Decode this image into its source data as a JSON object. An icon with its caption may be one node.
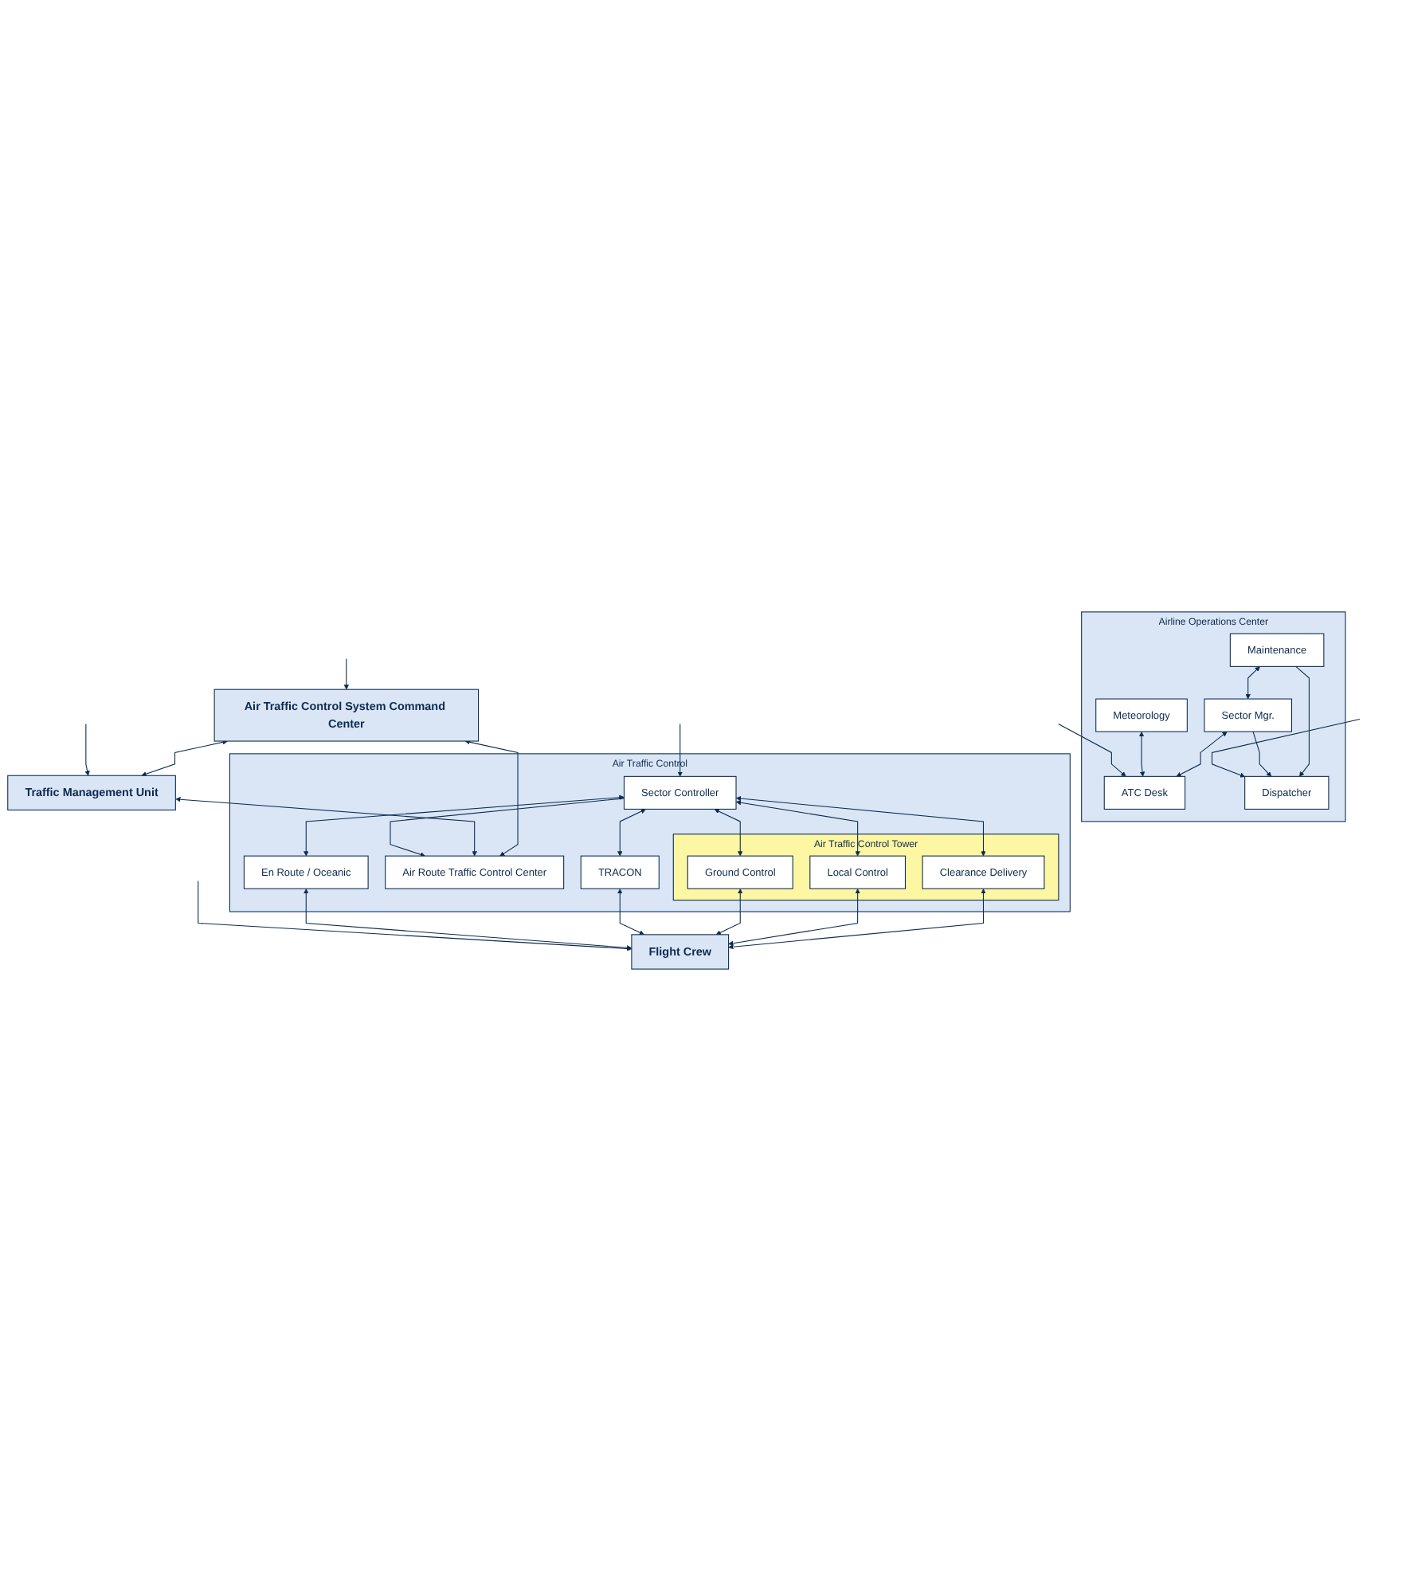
{
  "diagram": {
    "nodes": [
      {
        "text": [
          "Air Traffic Control System Command Center"
        ]
      },
      {
        "text": [
          "Traffic Management Unit"
        ]
      },
      {
        "text": [
          "Airline Operations Center"
        ]
      },
      {
        "text": [
          "Maintenance"
        ],
        "in": 2
      },
      {
        "text": [
          "Sector Mgr."
        ],
        "in": 2
      },
      {
        "text": [
          "Meteorology"
        ],
        "in": 2
      },
      {
        "text": [
          "ATC Desk"
        ],
        "in": 2
      },
      {
        "text": [
          "Dispatcher"
        ],
        "in": 2
      },
      {
        "text": [
          "Air Traffic Control"
        ]
      },
      {
        "text": [
          "Air Route Traffic Control Center"
        ],
        "in": 8
      },
      {
        "text": [
          "Sector Controller"
        ],
        "in": 8
      },
      {
        "text": [
          "Air Traffic Control Tower"
        ],
        "in": 8
      },
      {
        "text": [
          "Clearance Delivery"
        ],
        "in": 11
      },
      {
        "text": [
          "Local Control"
        ],
        "in": 11
      },
      {
        "text": [
          "Ground Control"
        ],
        "in": 11
      },
      {
        "text": [
          "TRACON"
        ],
        "in": 8
      },
      {
        "text": [
          "En Route / Oceanic"
        ],
        "in": 8
      },
      {
        "text": [
          "Flight Crew"
        ]
      }
    ],
    "edges": [
      {
        "from": 0,
        "to": 1,
        "arrow": "both"
      },
      {
        "from": null,
        "to": 0,
        "arrow": "to"
      },
      {
        "from": null,
        "to": 1,
        "arrow": "to"
      },
      {
        "from": 9,
        "to": 0,
        "arrow": "both"
      },
      {
        "from": 9,
        "to": 1,
        "arrow": "both"
      },
      {
        "from": 3,
        "to": 4,
        "arrow": "both"
      },
      {
        "from": 3,
        "to": 7,
        "arrow": "to"
      },
      {
        "from": 4,
        "to": 7,
        "arrow": "to"
      },
      {
        "from": 4,
        "to": 6,
        "arrow": "both"
      },
      {
        "from": 5,
        "to": 6,
        "arrow": "both"
      },
      {
        "from": null,
        "to": 6,
        "arrow": "to"
      },
      {
        "from": null,
        "to": 7,
        "arrow": "to"
      },
      {
        "from": 10,
        "to": 9,
        "arrow": "to"
      },
      {
        "from": null,
        "to": 10,
        "arrow": "to"
      },
      {
        "from": 10,
        "to": 12,
        "arrow": "both"
      },
      {
        "from": 10,
        "to": 13,
        "arrow": "both"
      },
      {
        "from": 10,
        "to": 14,
        "arrow": "both"
      },
      {
        "from": 10,
        "to": 15,
        "arrow": "both"
      },
      {
        "from": 10,
        "to": 16,
        "arrow": "both"
      },
      {
        "from": 17,
        "to": 12,
        "arrow": "both"
      },
      {
        "from": 17,
        "to": 13,
        "arrow": "both"
      },
      {
        "from": 17,
        "to": 14,
        "arrow": "both"
      },
      {
        "from": 17,
        "to": 15,
        "arrow": "both"
      },
      {
        "from": 17,
        "to": 16,
        "arrow": "both"
      },
      {
        "from": null,
        "to": 17,
        "arrow": "to"
      }
    ]
  }
}
